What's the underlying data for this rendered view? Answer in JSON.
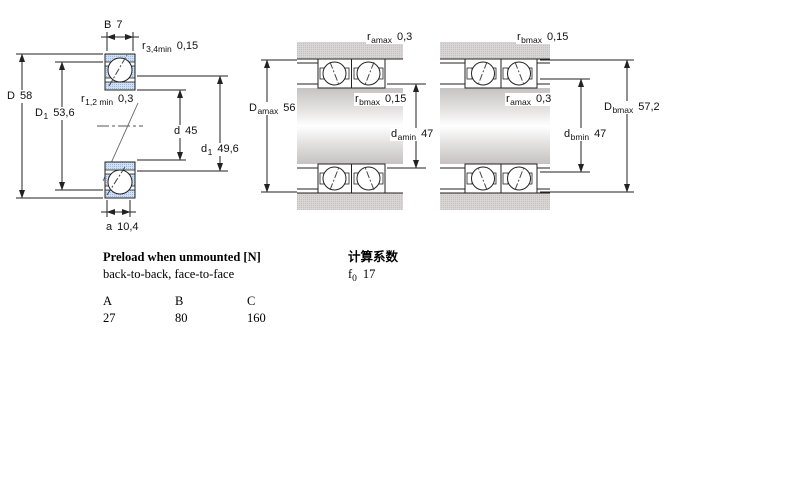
{
  "colors": {
    "ring_fill": "#d3e0f1",
    "ring_dot": "#9db8d8",
    "steel_fill": "#d9d5d4",
    "line": "#222222"
  },
  "diagrams": {
    "single": {
      "labels": {
        "B": {
          "symbol": "B",
          "value": "7"
        },
        "r34": {
          "symbol": "r",
          "sub": "3,4min",
          "value": "0,15"
        },
        "D": {
          "symbol": "D",
          "value": "58"
        },
        "D1": {
          "symbol": "D",
          "sub": "1",
          "value": "53,6"
        },
        "r12": {
          "symbol": "r",
          "sub": "1,2 min",
          "value": "0,3"
        },
        "d": {
          "symbol": "d",
          "value": "45"
        },
        "d1": {
          "symbol": "d",
          "sub": "1",
          "value": "49,6"
        },
        "a": {
          "symbol": "a",
          "value": "10,4"
        }
      }
    },
    "middle": {
      "labels": {
        "r_top": {
          "symbol": "r",
          "sub": "amax",
          "value": "0,3"
        },
        "r_inner": {
          "symbol": "r",
          "sub": "bmax",
          "value": "0,15"
        },
        "Da": {
          "symbol": "D",
          "sub": "amax",
          "value": "56"
        },
        "da": {
          "symbol": "d",
          "sub": "amin",
          "value": "47"
        }
      }
    },
    "right": {
      "labels": {
        "r_top": {
          "symbol": "r",
          "sub": "bmax",
          "value": "0,15"
        },
        "r_inner": {
          "symbol": "r",
          "sub": "amax",
          "value": "0,3"
        },
        "Db": {
          "symbol": "D",
          "sub": "bmax",
          "value": "57,2"
        },
        "db": {
          "symbol": "d",
          "sub": "bmin",
          "value": "47"
        }
      }
    }
  },
  "notes": {
    "preload_title": "Preload when unmounted [N]",
    "preload_modes": "back-to-back, face-to-face",
    "calc_title": "计算系数",
    "f0_symbol": "f",
    "f0_sub": "0",
    "f0_value": "17"
  },
  "preload_table": {
    "columns": [
      "A",
      "B",
      "C"
    ],
    "values": [
      "27",
      "80",
      "160"
    ]
  }
}
